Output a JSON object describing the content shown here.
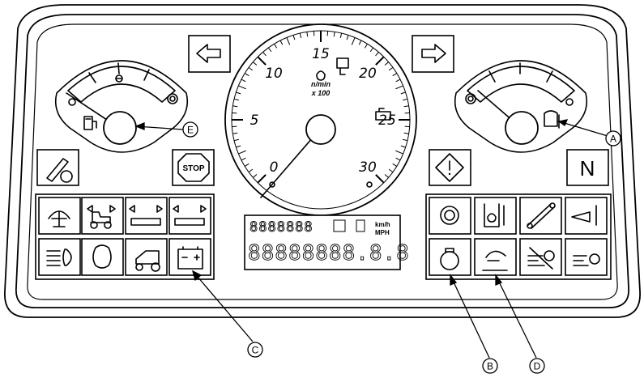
{
  "tachometer": {
    "ticks": [
      {
        "label": "0",
        "value": 0
      },
      {
        "label": "5",
        "value": 5
      },
      {
        "label": "10",
        "value": 10
      },
      {
        "label": "15",
        "value": 15
      },
      {
        "label": "20",
        "value": 20
      },
      {
        "label": "25",
        "value": 25
      },
      {
        "label": "30",
        "value": 30
      }
    ],
    "unit_line1": "n/min",
    "unit_line2": "x 100"
  },
  "lcd": {
    "top_digits": "8888888",
    "bottom_digits": "88888888.8.8",
    "unit_kmh": "km/h",
    "unit_mph": "MPH"
  },
  "indicators": {
    "neutral": "N",
    "stop": "STOP"
  },
  "callouts": [
    "A",
    "B",
    "C",
    "D",
    "E"
  ]
}
